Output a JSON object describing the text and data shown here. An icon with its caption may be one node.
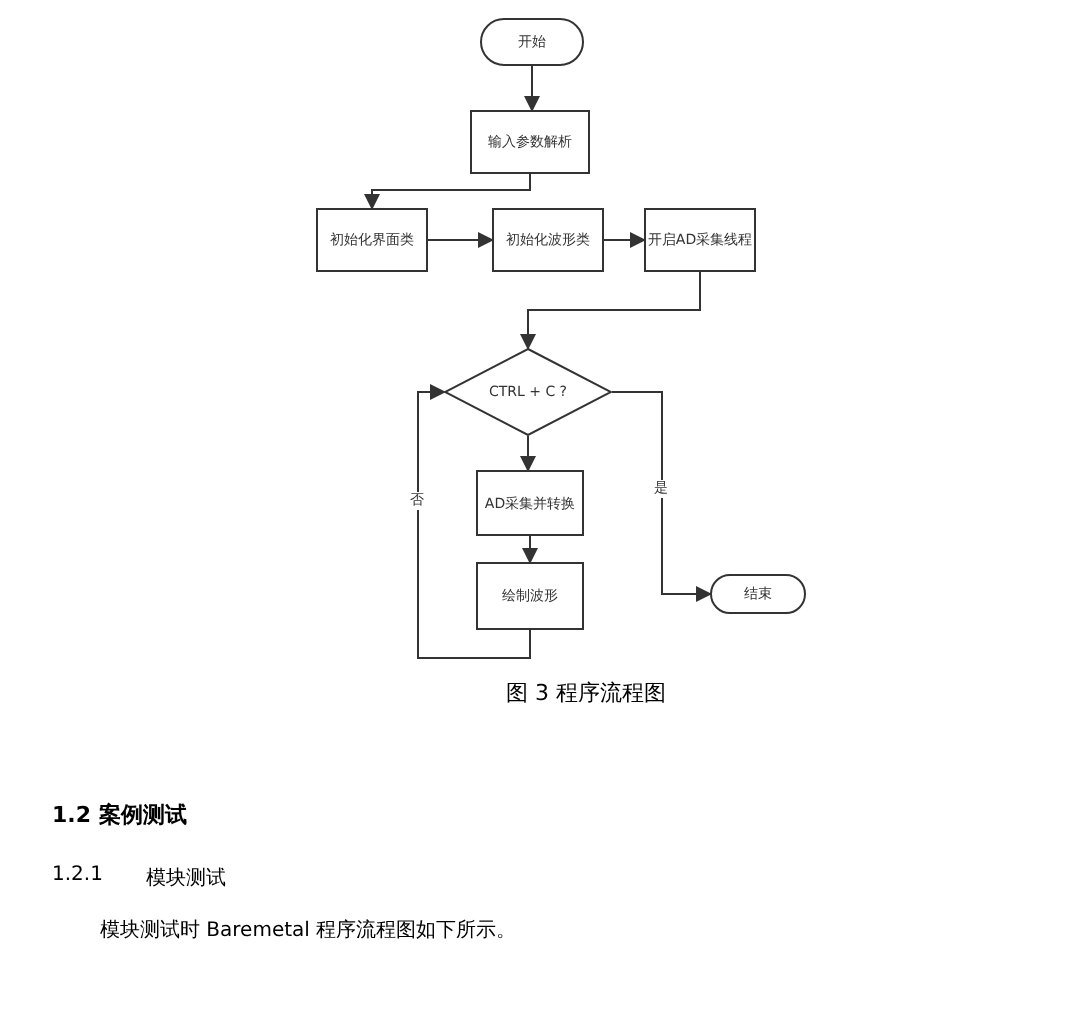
{
  "diagram": {
    "caption": "图 3 程序流程图",
    "nodes": [
      {
        "text": [
          "开始"
        ]
      },
      {
        "text": [
          "输入参数解析"
        ]
      },
      {
        "text": [
          "初始化界面类"
        ]
      },
      {
        "text": [
          "初始化波形类"
        ]
      },
      {
        "text": [
          "开启AD采集线程"
        ]
      },
      {
        "text": [
          "CTRL + C ?"
        ]
      },
      {
        "text": [
          "AD采集并转换"
        ]
      },
      {
        "text": [
          "绘制波形"
        ]
      },
      {
        "text": [
          "结束"
        ]
      }
    ],
    "edges": [
      {
        "from": 0,
        "to": 1,
        "arrow": "to"
      },
      {
        "from": 1,
        "to": 2,
        "arrow": "to"
      },
      {
        "from": 2,
        "to": 3,
        "arrow": "to"
      },
      {
        "from": 3,
        "to": 4,
        "arrow": "to"
      },
      {
        "from": 4,
        "to": 5,
        "arrow": "to"
      },
      {
        "from": 5,
        "to": 6,
        "arrow": "to"
      },
      {
        "from": 6,
        "to": 7,
        "arrow": "to"
      },
      {
        "from": 7,
        "to": 5,
        "arrow": "to",
        "label": "否"
      },
      {
        "from": 5,
        "to": 8,
        "arrow": "to",
        "label": "是"
      }
    ],
    "labels": [
      "1.2 案例测试",
      "1.2.1",
      "模块测试",
      "模块测试时 Baremetal 程序流程图如下所示。"
    ]
  }
}
